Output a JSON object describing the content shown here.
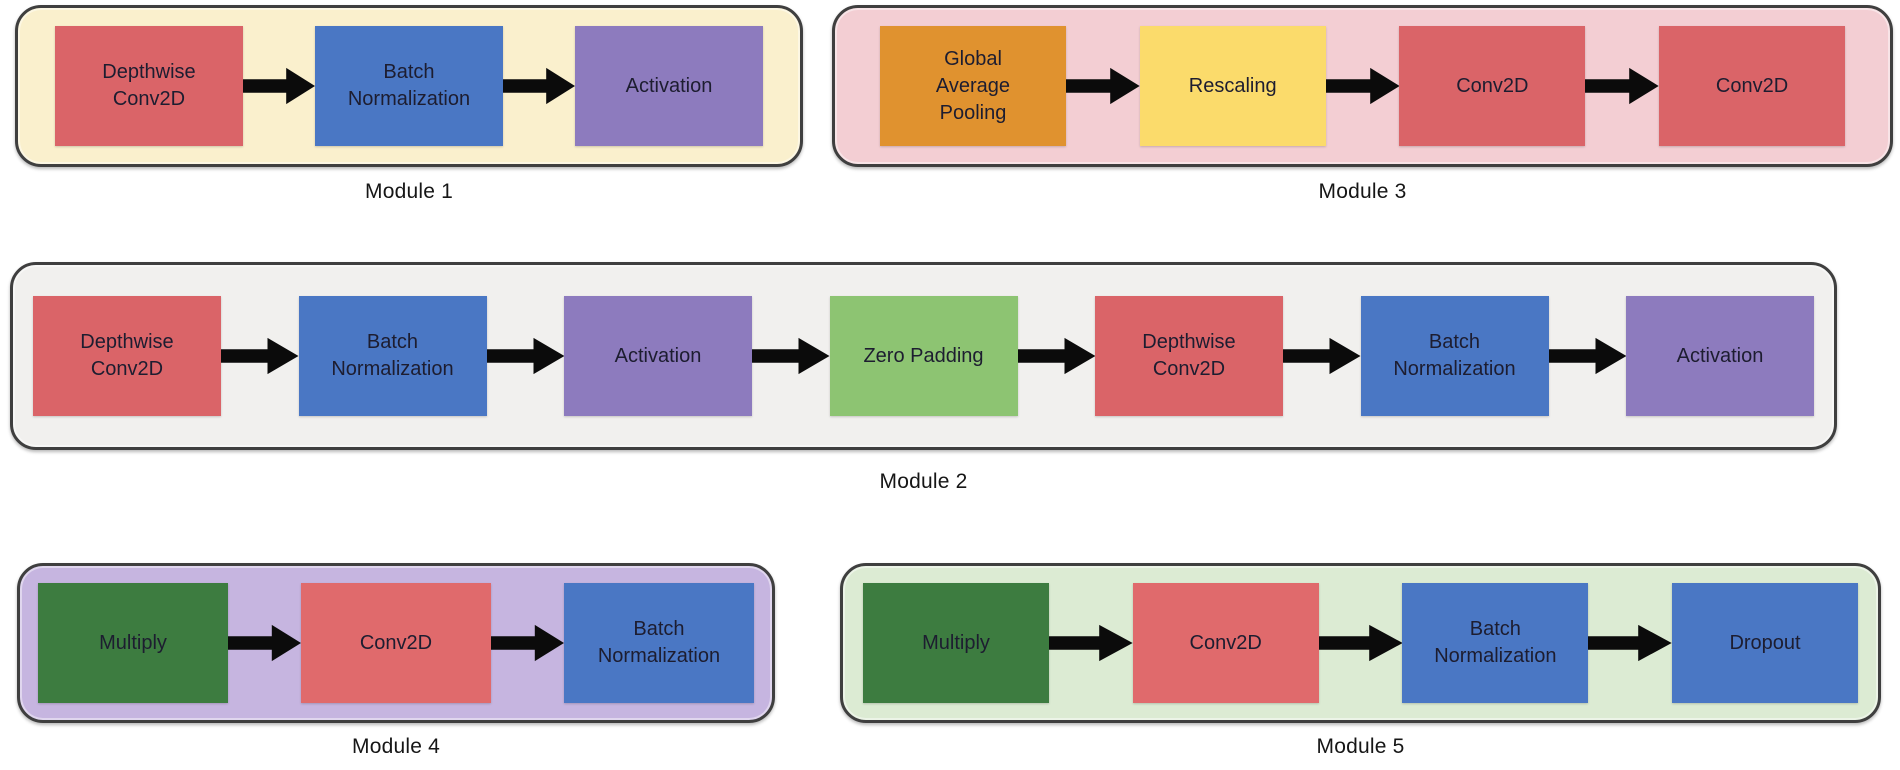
{
  "diagram": {
    "background_color": "#ffffff",
    "border_color": "#3f3f3f",
    "arrow_color": "#0b0b0b",
    "node_text_color": "#1d1d30",
    "label_text_color": "#161616",
    "modules": [
      {
        "id": "module-1",
        "label": "Module 1",
        "bg": "#FAF0CD",
        "nodes": [
          {
            "label": "Depthwise\nConv2D",
            "color": "#DA6468"
          },
          {
            "label": "Batch\nNormalization",
            "color": "#4A77C4"
          },
          {
            "label": "Activation",
            "color": "#8D7BBE"
          }
        ]
      },
      {
        "id": "module-3",
        "label": "Module 3",
        "bg": "#F3CED3",
        "nodes": [
          {
            "label": "Global\nAverage\nPooling",
            "color": "#E0922F"
          },
          {
            "label": "Rescaling",
            "color": "#FBDB6B"
          },
          {
            "label": "Conv2D",
            "color": "#DA6468"
          },
          {
            "label": "Conv2D",
            "color": "#DA6468"
          }
        ]
      },
      {
        "id": "module-2",
        "label": "Module 2",
        "bg": "#F1F0EE",
        "nodes": [
          {
            "label": "Depthwise\nConv2D",
            "color": "#DA6468"
          },
          {
            "label": "Batch\nNormalization",
            "color": "#4A77C4"
          },
          {
            "label": "Activation",
            "color": "#8D7BBE"
          },
          {
            "label": "Zero Padding",
            "color": "#8DC472"
          },
          {
            "label": "Depthwise\nConv2D",
            "color": "#DA6468"
          },
          {
            "label": "Batch\nNormalization",
            "color": "#4A77C4"
          },
          {
            "label": "Activation",
            "color": "#8D7BBE"
          }
        ]
      },
      {
        "id": "module-4",
        "label": "Module 4",
        "bg": "#C6B5E0",
        "nodes": [
          {
            "label": "Multiply",
            "color": "#3D7C40"
          },
          {
            "label": "Conv2D",
            "color": "#E06A6C"
          },
          {
            "label": "Batch\nNormalization",
            "color": "#4A77C4"
          }
        ]
      },
      {
        "id": "module-5",
        "label": "Module 5",
        "bg": "#DCEBD3",
        "nodes": [
          {
            "label": "Multiply",
            "color": "#3D7C40"
          },
          {
            "label": "Conv2D",
            "color": "#E06A6C"
          },
          {
            "label": "Batch\nNormalization",
            "color": "#4A77C4"
          },
          {
            "label": "Dropout",
            "color": "#4A77C4"
          }
        ]
      }
    ]
  }
}
